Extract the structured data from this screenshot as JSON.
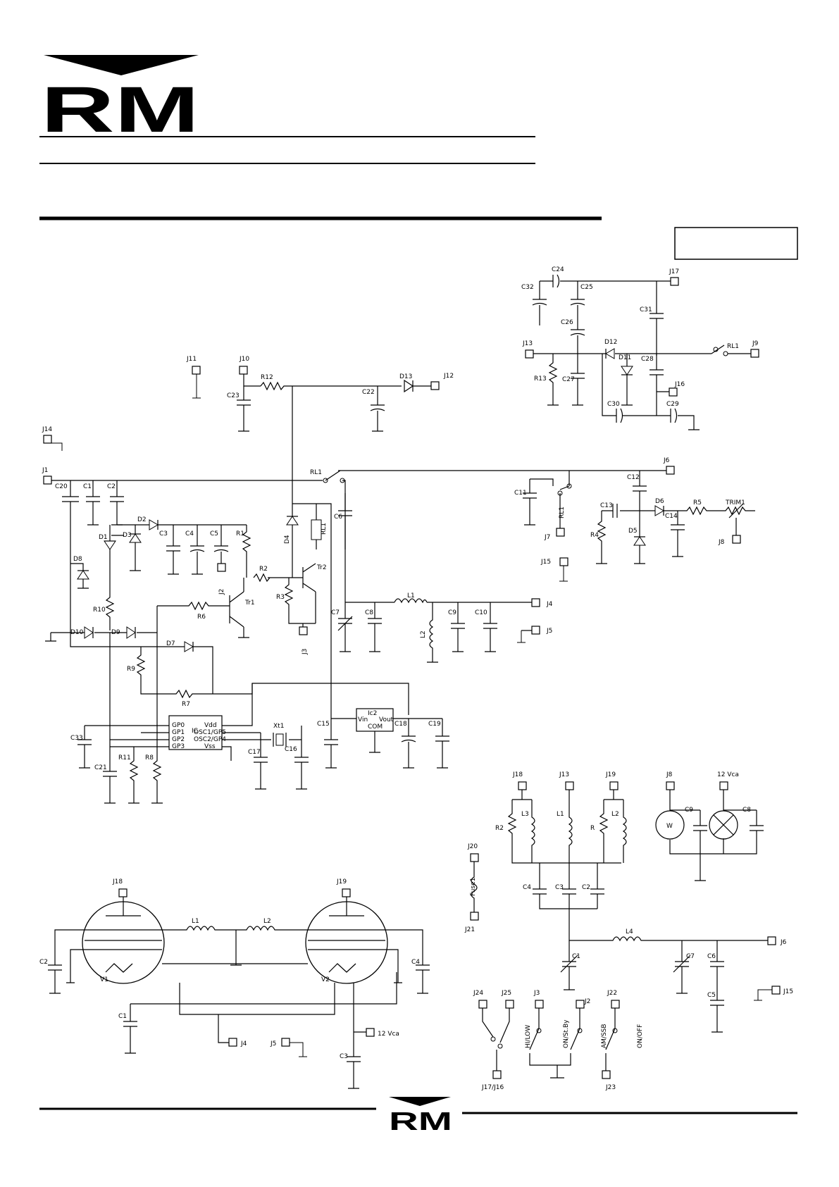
{
  "logo": {
    "text": "RM"
  },
  "footer_logo": {
    "text": "RM"
  },
  "upper_schematic": {
    "connectors": [
      "J1",
      "J3",
      "J4",
      "J5",
      "J6",
      "J7",
      "J8",
      "J9",
      "J10",
      "J11",
      "J12",
      "J13",
      "J14",
      "J15",
      "J16",
      "J17"
    ],
    "labels": {
      "r12": "R12",
      "d13": "D13",
      "c23": "C23",
      "c22": "C22",
      "rl1_main": "RL1",
      "c20": "C20",
      "c1": "C1",
      "c2": "C2",
      "d1": "D1",
      "d2": "D2",
      "d3": "D3",
      "c3": "C3",
      "c4": "C4",
      "c5": "C5",
      "r1": "R1",
      "d4": "D4",
      "rl1_coil": "RL1",
      "c6": "C6",
      "d8": "D8",
      "r2": "R2",
      "tr2": "Tr2",
      "r3": "R3",
      "r6": "R6",
      "tr1": "Tr1",
      "j2": "J2",
      "r10": "R10",
      "d10": "D10",
      "d9": "D9",
      "d7": "D7",
      "r9": "R9",
      "r7": "R7",
      "c7": "C7",
      "c8": "C8",
      "l1": "L1",
      "l2": "L2",
      "c9": "C9",
      "c10": "C10",
      "ic1_pins_left": [
        "GP0",
        "GP1",
        "GP2",
        "GP3"
      ],
      "ic1_pins_right": [
        "Vdd",
        "OSC1/GP5",
        "OSC2/GP4",
        "Vss"
      ],
      "ic1_mark": "IC",
      "xt1": "Xt1",
      "c33": "C33",
      "c21": "C21",
      "r11": "R11",
      "r8": "R8",
      "c17": "C17",
      "c16": "C16",
      "c15": "C15",
      "ic2": "Ic2",
      "ic2_vin": "Vin",
      "ic2_vout": "Vout",
      "ic2_com": "COM",
      "c18": "C18",
      "c19": "C19",
      "c32": "C32",
      "c24": "C24",
      "c25": "C25",
      "c26": "C26",
      "c27": "C27",
      "r13": "R13",
      "d12": "D12",
      "d11": "D11",
      "c31": "C31",
      "c28": "C28",
      "c30": "C30",
      "c29": "C29",
      "rl1_top": "RL1",
      "c11": "C11",
      "rl1_mid": "RL1",
      "c12": "C12",
      "c13": "C13",
      "r4": "R4",
      "d5": "D5",
      "d6": "D6",
      "c14": "C14",
      "r5": "R5",
      "trim1": "TRIM1"
    }
  },
  "amplifier": {
    "labels": {
      "j18": "J18",
      "j19": "J19",
      "l1": "L1",
      "l2": "L2",
      "c2": "C2",
      "c4": "C4",
      "v1": "V1",
      "v2": "V2",
      "c1": "C1",
      "j4": "J4",
      "j5": "J5",
      "c3": "C3",
      "vca": "12 Vca"
    }
  },
  "output_network": {
    "labels": {
      "j18": "J18",
      "j13": "J13",
      "j19": "J19",
      "r2": "R2",
      "l3": "L3",
      "l1": "L1",
      "r": "R",
      "l2": "L2",
      "c4": "C4",
      "c3": "C3",
      "c2": "C2",
      "l4": "L4",
      "c1": "C1",
      "c7": "C7",
      "c6": "C6",
      "c5": "C5",
      "j6": "J6",
      "j15": "J15"
    }
  },
  "lamps": {
    "labels": {
      "j8": "J8",
      "vca": "12 Vca",
      "c9": "C9",
      "c8": "C8",
      "lamp_w": "W"
    }
  },
  "fuse": {
    "labels": {
      "j20": "J20",
      "j21": "J21",
      "fuse": "Fuse1"
    }
  },
  "switches": {
    "labels": {
      "j24": "J24",
      "j25": "J25",
      "j3": "J3",
      "j2": "J2",
      "j22": "J22",
      "j17_16": "J17/J16",
      "j23": "J23",
      "hilow": "HI/LOW",
      "onstby": "ON/St.By",
      "amssb": "AM/SSB",
      "onoff": "ON/OFF"
    }
  }
}
